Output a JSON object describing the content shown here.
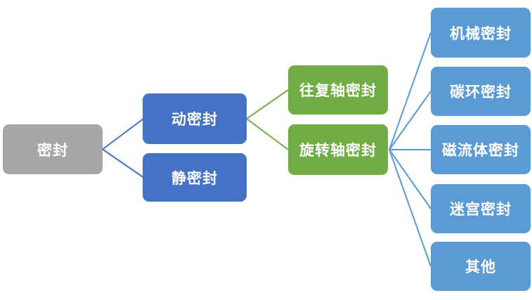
{
  "diagram": {
    "type": "hierarchy-tree",
    "description": "Seal classification tree diagram",
    "tree": {
      "label": "密封",
      "children": [
        {
          "label": "动密封",
          "children": [
            {
              "label": "往复轴密封",
              "children": []
            },
            {
              "label": "旋转轴密封",
              "children": [
                {
                  "label": "机械密封"
                },
                {
                  "label": "碳环密封"
                },
                {
                  "label": "磁流体密封"
                },
                {
                  "label": "迷宫密封"
                },
                {
                  "label": "其他"
                }
              ]
            }
          ]
        },
        {
          "label": "静密封",
          "children": []
        }
      ]
    },
    "colors": {
      "root_fill": "#A6A6A6",
      "level1_fill": "#4472C4",
      "level2_fill": "#70AD47",
      "level3_fill": "#5B9BD5",
      "edge_blue": "#4472C4",
      "edge_green": "#70AD47",
      "edge_lightblue": "#5B9BD5",
      "text": "#FFFFFF",
      "background": "#FFFFFF"
    }
  }
}
